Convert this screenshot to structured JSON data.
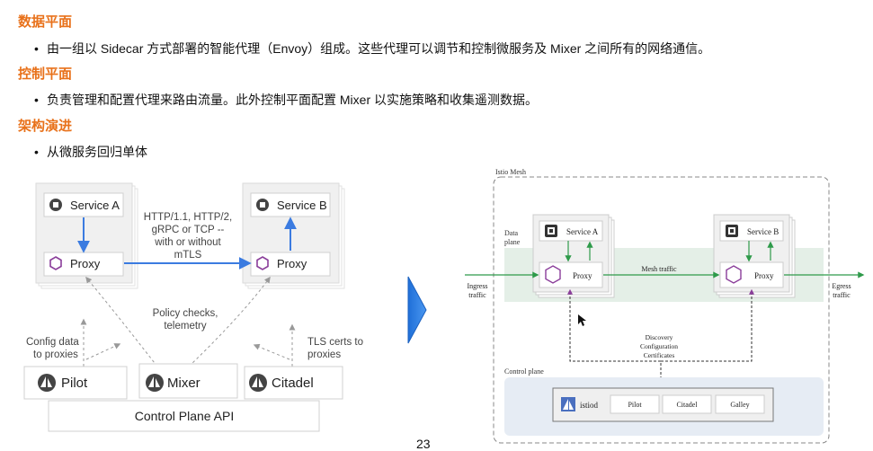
{
  "sections": [
    {
      "heading": "数据平面",
      "bullet": "由一组以 Sidecar 方式部署的智能代理（Envoy）组成。这些代理可以调节和控制微服务及 Mixer 之间所有的网络通信。"
    },
    {
      "heading": "控制平面",
      "bullet": "负责管理和配置代理来路由流量。此外控制平面配置 Mixer 以实施策略和收集遥测数据。"
    },
    {
      "heading": "架构演进",
      "bullet": "从微服务回归单体"
    }
  ],
  "left_diagram": {
    "service_a": "Service A",
    "service_b": "Service B",
    "proxy_a": "Proxy",
    "proxy_b": "Proxy",
    "protocol_lines": [
      "HTTP/1.1, HTTP/2,",
      "gRPC or TCP --",
      "with or without",
      "mTLS"
    ],
    "policy_lines": [
      "Policy checks,",
      "telemetry"
    ],
    "config_lines": [
      "Config data",
      "to proxies"
    ],
    "tls_lines": [
      "TLS certs to",
      "proxies"
    ],
    "pilot": "Pilot",
    "mixer": "Mixer",
    "citadel": "Citadel",
    "control_plane_api": "Control Plane API"
  },
  "right_diagram": {
    "mesh_title": "Istio Mesh",
    "data_plane_lines": [
      "Data",
      "plane"
    ],
    "service_a": "Service A",
    "service_b": "Service B",
    "proxy_a": "Proxy",
    "proxy_b": "Proxy",
    "mesh_traffic": "Mesh traffic",
    "ingress_lines": [
      "Ingress",
      "traffic"
    ],
    "egress_lines": [
      "Egress",
      "traffic"
    ],
    "discovery_lines": [
      "Discovery",
      "Configuration",
      "Certificates"
    ],
    "control_plane": "Control plane",
    "istiod": "istiod",
    "pilot": "Pilot",
    "citadel": "Citadel",
    "galley": "Galley"
  },
  "page_number": "23",
  "colors": {
    "heading": "#e8711a",
    "arrow_blue": "#3b7be0",
    "proxy_purple": "#8a3d9a",
    "mesh_green": "#2e9a4a",
    "big_arrow": "#2f7fe0"
  }
}
